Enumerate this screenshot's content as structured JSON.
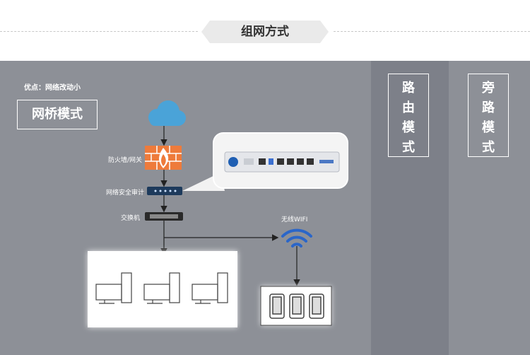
{
  "header": {
    "title": "组网方式"
  },
  "advantage": "优点：网络改动小",
  "modes": {
    "bridge": "网桥模式",
    "route": [
      "路",
      "由",
      "模",
      "式"
    ],
    "bypass": [
      "旁",
      "路",
      "模",
      "式"
    ]
  },
  "nodes": {
    "firewall": "防火墙/网关",
    "audit": "网络安全审计",
    "switch": "交换机",
    "wifi": "无线WIFI"
  },
  "colors": {
    "panel": "#8d9097",
    "route_panel": "#7d8089",
    "firewall": "#ee7b3b",
    "wifi": "#2a66c9",
    "cloud": "#4aa3d8"
  }
}
